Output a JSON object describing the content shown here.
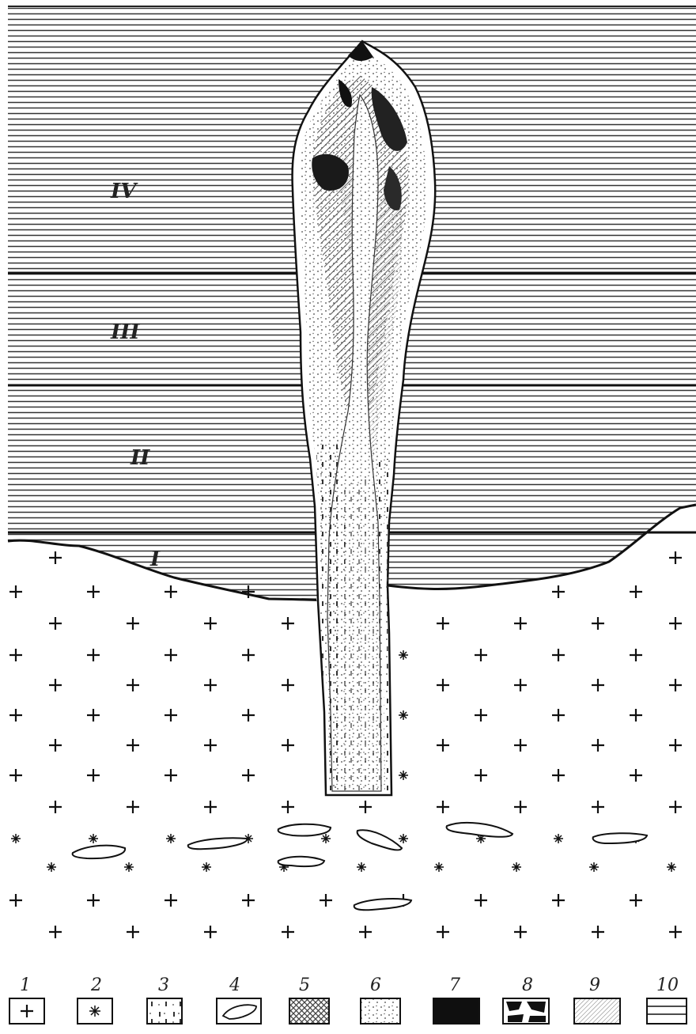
{
  "units": [
    {
      "label": "I"
    },
    {
      "label": "II"
    },
    {
      "label": "III"
    },
    {
      "label": "IV"
    }
  ],
  "legend": [
    {
      "number": "1",
      "symbol": "plus-pattern-icon"
    },
    {
      "number": "2",
      "symbol": "asterisk-pattern-icon"
    },
    {
      "number": "3",
      "symbol": "dashed-breccia-icon"
    },
    {
      "number": "4",
      "symbol": "lens-inclusion-icon"
    },
    {
      "number": "5",
      "symbol": "crosshatch-icon"
    },
    {
      "number": "6",
      "symbol": "stipple-icon"
    },
    {
      "number": "7",
      "symbol": "solid-black-icon"
    },
    {
      "number": "8",
      "symbol": "black-fragments-icon"
    },
    {
      "number": "9",
      "symbol": "fine-hatch-icon"
    },
    {
      "number": "10",
      "symbol": "horizontal-lines-icon"
    }
  ]
}
